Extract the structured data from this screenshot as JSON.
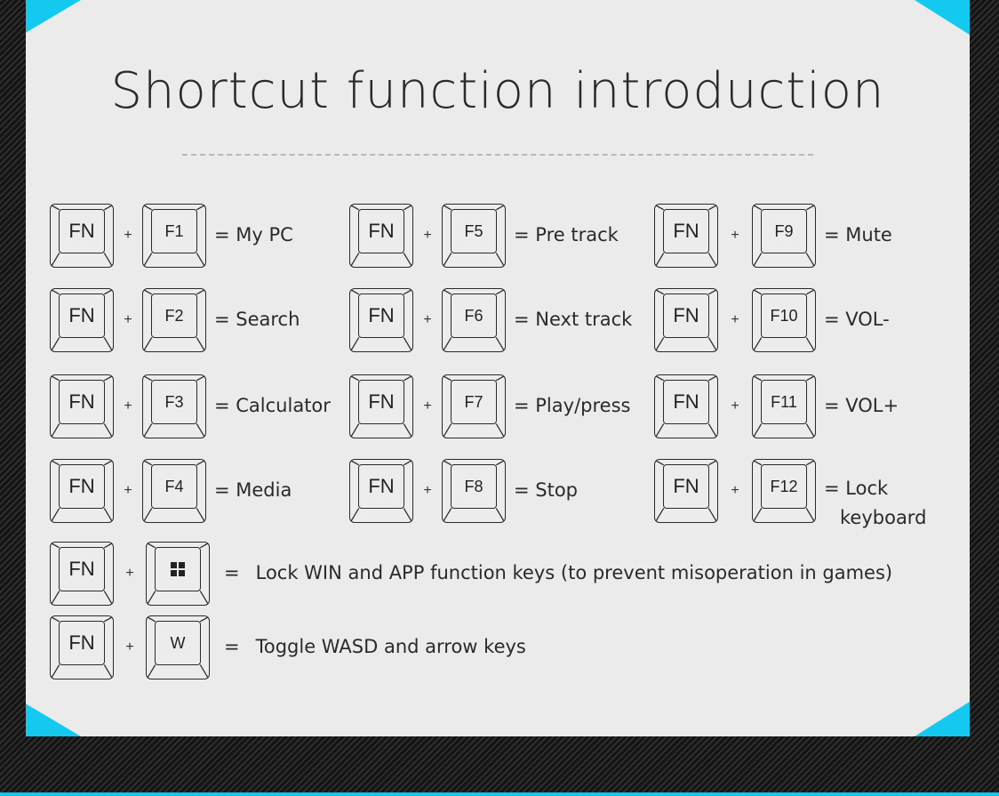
{
  "title": "Shortcut function introduction",
  "fn_label": "FN",
  "plus": "+",
  "equals": "=",
  "columns": [
    [
      {
        "key": "F1",
        "desc": "= My PC"
      },
      {
        "key": "F2",
        "desc": "= Search"
      },
      {
        "key": "F3",
        "desc": "= Calculator"
      },
      {
        "key": "F4",
        "desc": "= Media"
      }
    ],
    [
      {
        "key": "F5",
        "desc": "= Pre track"
      },
      {
        "key": "F6",
        "desc": "= Next track"
      },
      {
        "key": "F7",
        "desc": "= Play/press"
      },
      {
        "key": "F8",
        "desc": "= Stop"
      }
    ],
    [
      {
        "key": "F9",
        "desc": "= Mute"
      },
      {
        "key": "F10",
        "desc": "= VOL-"
      },
      {
        "key": "F11",
        "desc": "= VOL+"
      },
      {
        "key": "F12",
        "desc": "= Lock",
        "desc2": "keyboard"
      }
    ]
  ],
  "bottom": [
    {
      "key_icon": "windows-icon",
      "desc": "Lock WIN and APP function keys (to prevent misoperation in games)"
    },
    {
      "key": "W",
      "desc": "Toggle WASD and arrow keys"
    }
  ],
  "colors": {
    "accent": "#13c9ef",
    "card": "#ebebeb",
    "ink": "#2a2a2a"
  }
}
